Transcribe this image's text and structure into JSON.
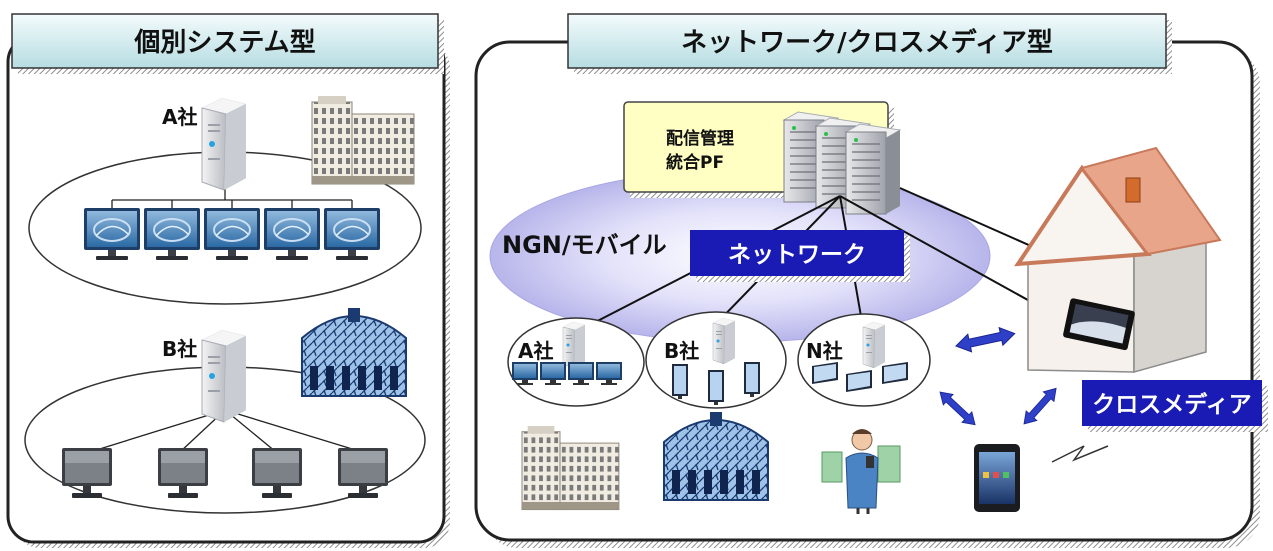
{
  "left_panel": {
    "title": "個別システム型",
    "company_a": "A社",
    "company_b": "B社"
  },
  "right_panel": {
    "title": "ネットワーク/クロスメディア型",
    "platform_line1": "配信管理",
    "platform_line2": "統合PF",
    "cloud_label": "NGN/モバイル",
    "network_tag": "ネットワーク",
    "cross_media_tag": "クロスメディア",
    "company_a": "A社",
    "company_b": "B社",
    "company_n": "N社"
  },
  "colors": {
    "title_gradient_top": "#f2fafb",
    "title_gradient_bottom": "#bde0e4",
    "tag_fill": "#1a1ab4",
    "cloud_fill": "#c9c8f0",
    "platform_fill": "#ffffc4",
    "arrow": "#2e3fc8",
    "house_roof": "#e9a58a",
    "chimney": "#d36b2c"
  }
}
